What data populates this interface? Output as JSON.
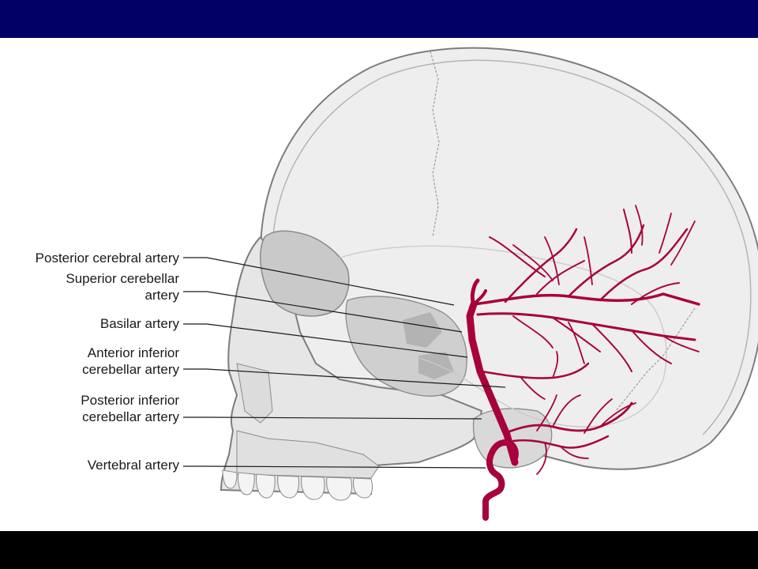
{
  "colors": {
    "header_bar": "#000066",
    "footer_bar": "#000000",
    "artery": "#a8003c",
    "bone": "#e9e9e9",
    "leader_line": "#1a1a1a"
  },
  "labels": {
    "posterior_cerebral": "Posterior cerebral artery",
    "superior_cerebellar_line1": "Superior cerebellar",
    "superior_cerebellar_line2": "artery",
    "basilar": "Basilar artery",
    "anterior_inferior_line1": "Anterior inferior",
    "anterior_inferior_line2": "cerebellar artery",
    "posterior_inferior_line1": "Posterior inferior",
    "posterior_inferior_line2": "cerebellar artery",
    "vertebral": "Vertebral artery"
  }
}
